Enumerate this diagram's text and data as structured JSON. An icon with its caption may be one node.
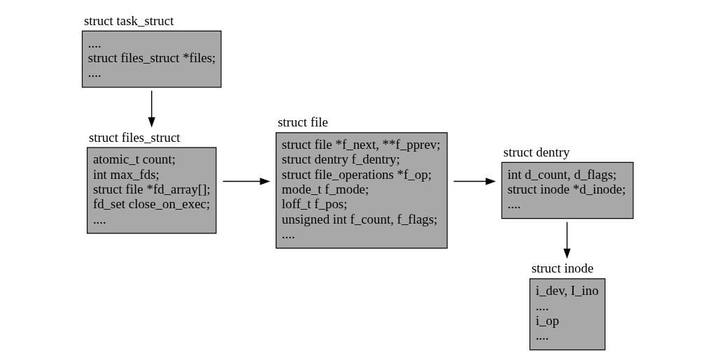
{
  "diagram": {
    "nodes": [
      {
        "text": [
          "struct task_struct",
          "....",
          "struct files_struct *files;",
          "...."
        ]
      },
      {
        "text": [
          "struct files_struct",
          "atomic_t count;",
          "int max_fds;",
          "struct file *fd_array[];",
          "fd_set close_on_exec;",
          "...."
        ]
      },
      {
        "text": [
          "struct file",
          "struct file *f_next, **f_pprev;",
          "struct dentry f_dentry;",
          "struct file_operations *f_op;",
          "mode_t f_mode;",
          "loff_t f_pos;",
          "unsigned int f_count, f_flags;",
          "...."
        ]
      },
      {
        "text": [
          "struct dentry",
          "int d_count, d_flags;",
          "struct inode *d_inode;",
          "...."
        ]
      },
      {
        "text": [
          "struct inode",
          "i_dev, I_ino",
          "....",
          "i_op",
          "...."
        ]
      }
    ],
    "edges": [
      {
        "from": 0,
        "to": 1,
        "arrow": "to"
      },
      {
        "from": 1,
        "to": 2,
        "arrow": "to"
      },
      {
        "from": 2,
        "to": 3,
        "arrow": "to"
      },
      {
        "from": 3,
        "to": 4,
        "arrow": "to"
      }
    ]
  }
}
